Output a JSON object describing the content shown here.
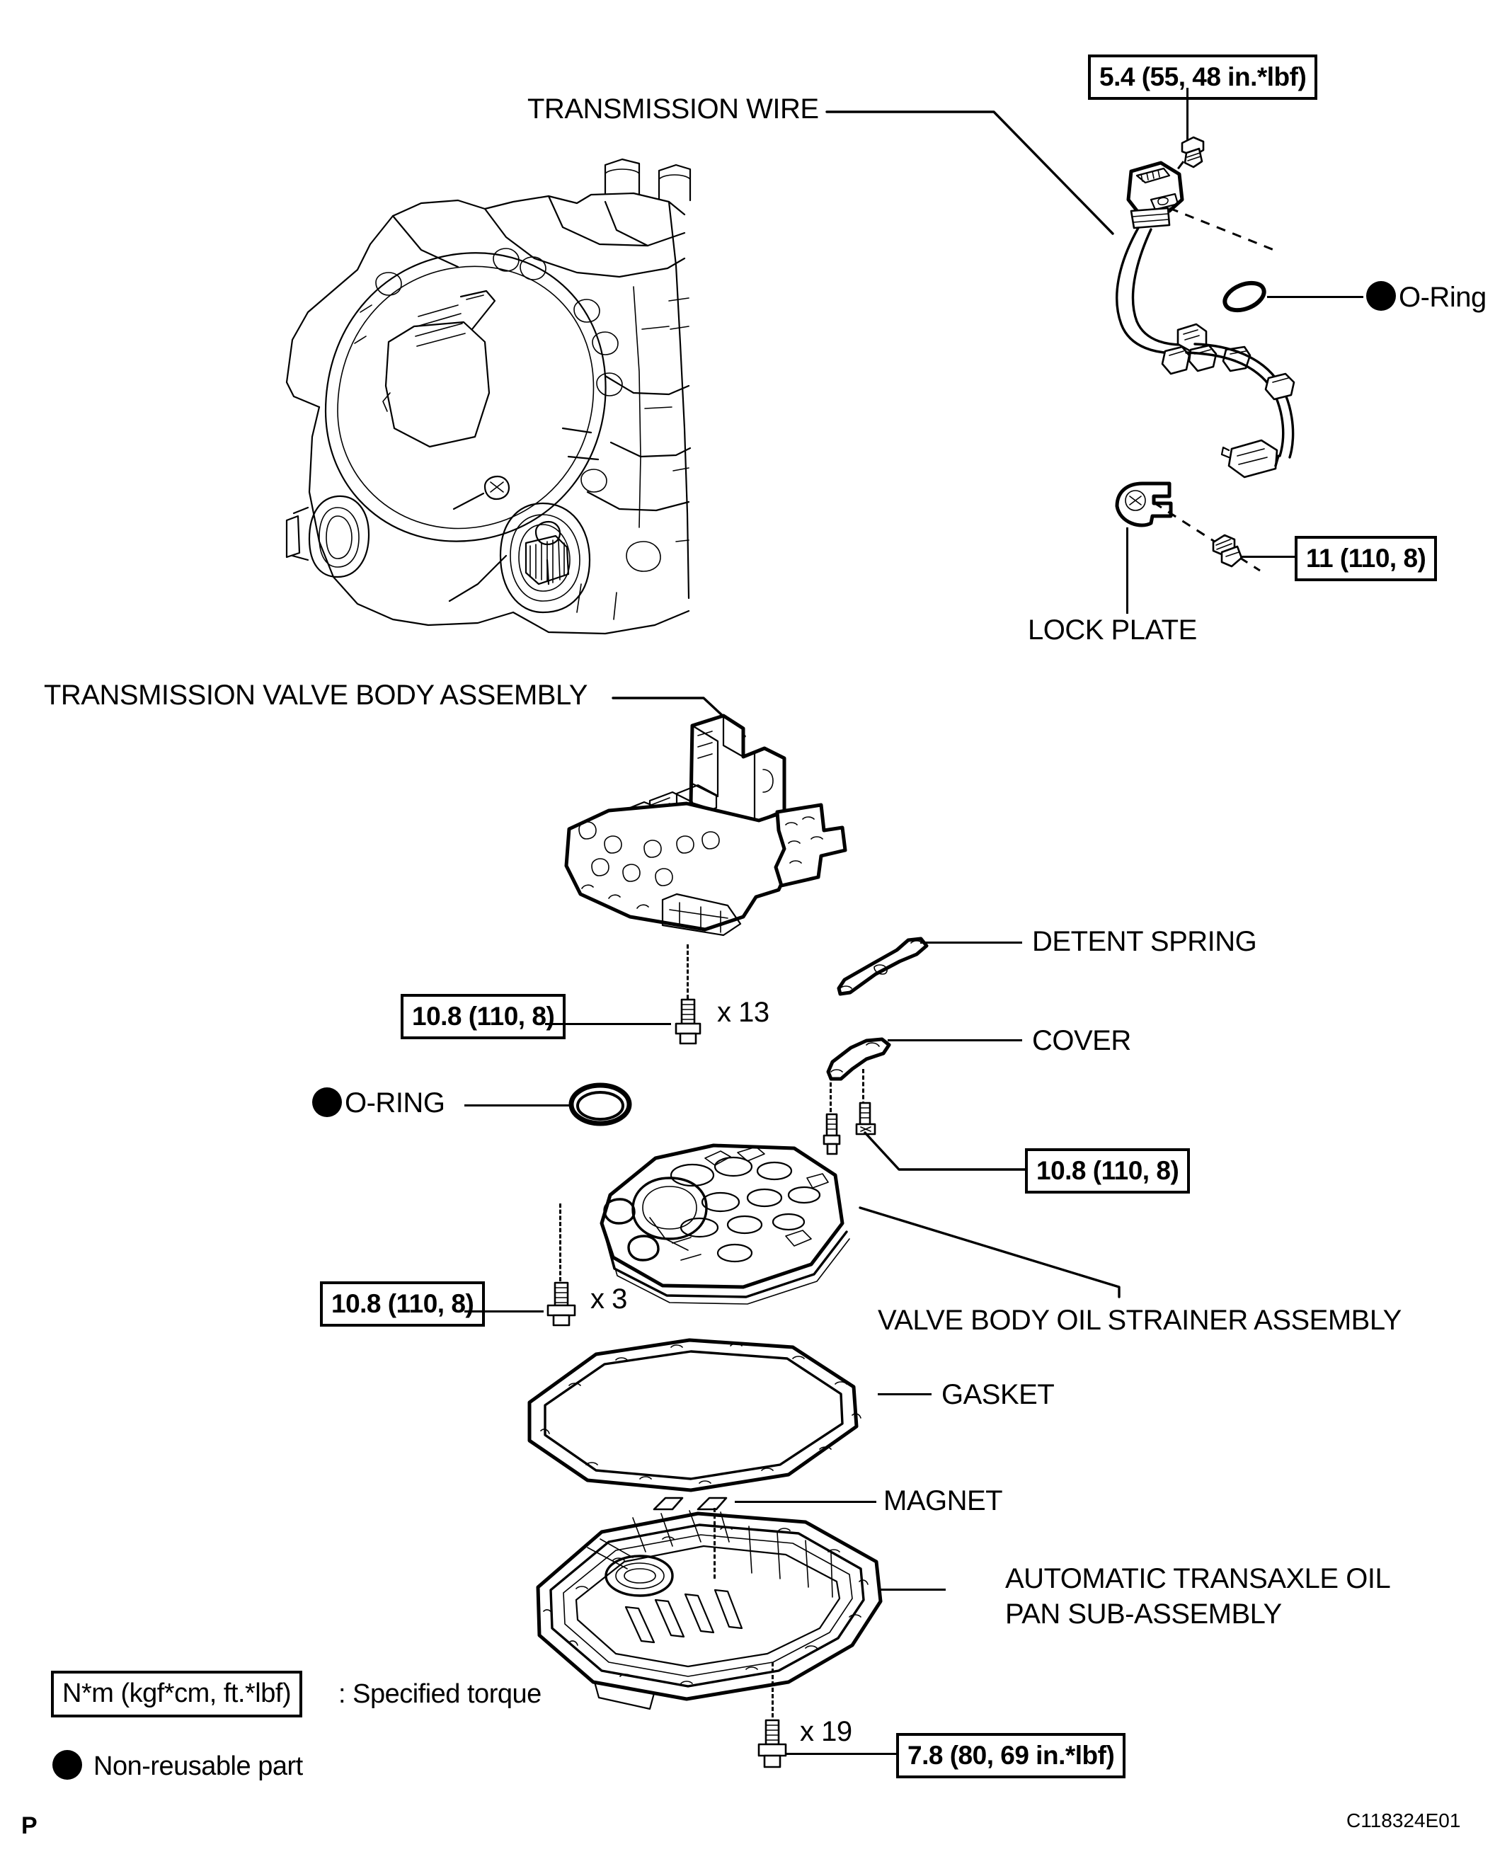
{
  "figure": {
    "code": "C118324E01",
    "page_marker": "P"
  },
  "callouts": {
    "transmission_wire": "TRANSMISSION WIRE",
    "o_ring_upper": "O-Ring",
    "lock_plate": "LOCK PLATE",
    "valve_body_assembly": "TRANSMISSION VALVE BODY ASSEMBLY",
    "detent_spring": "DETENT SPRING",
    "cover": "COVER",
    "o_ring_lower": "O-RING",
    "oil_strainer": "VALVE BODY OIL STRAINER ASSEMBLY",
    "gasket": "GASKET",
    "magnet": "MAGNET",
    "oil_pan_line1": "AUTOMATIC TRANSAXLE OIL",
    "oil_pan_line2": "PAN SUB-ASSEMBLY"
  },
  "torque_specs": {
    "wire_bolt": "5.4 (55, 48 in.*lbf)",
    "lock_plate_bolt": "11 (110, 8)",
    "valve_body_bolt": "10.8 (110, 8)",
    "cover_bolt": "10.8 (110, 8)",
    "strainer_bolt": "10.8 (110, 8)",
    "pan_bolt": "7.8 (80, 69 in.*lbf)"
  },
  "quantities": {
    "valve_body_bolts": "x 13",
    "strainer_bolts": "x 3",
    "pan_bolts": "x 19"
  },
  "legend": {
    "torque_units": "N*m (kgf*cm, ft.*lbf)",
    "torque_meaning": ": Specified torque",
    "non_reusable": "Non-reusable part"
  },
  "colors": {
    "ink": "#000000",
    "paper": "#ffffff"
  }
}
